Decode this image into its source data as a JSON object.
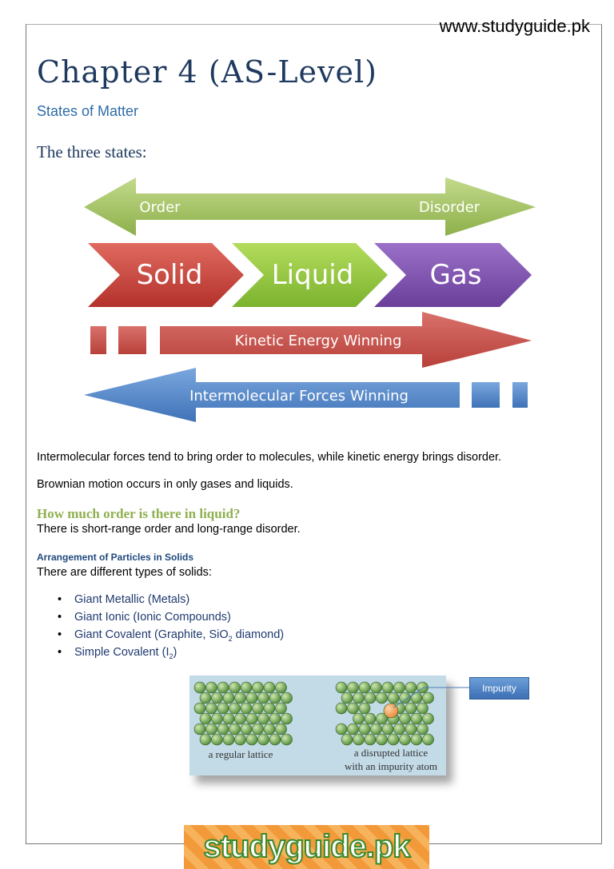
{
  "header": {
    "site": "www.studyguide.pk"
  },
  "title": "Chapter 4 (AS-Level)",
  "subtitle": "States of Matter",
  "section_heading": "The three states:",
  "diagram": {
    "order": "Order",
    "disorder": "Disorder",
    "states": [
      "Solid",
      "Liquid",
      "Gas"
    ],
    "kinetic": "Kinetic Energy Winning",
    "intermolecular": "Intermolecular Forces Winning"
  },
  "paragraphs": [
    "Intermolecular forces tend to bring order to molecules, while kinetic energy brings disorder.",
    "Brownian motion occurs in only gases and liquids."
  ],
  "liquid_heading": "How much order is there in liquid?",
  "liquid_text": "There is short-range order and long-range disorder.",
  "solids_heading": "Arrangement of Particles in Solids",
  "solids_text": "There are different types of solids:",
  "solid_types": [
    "Giant Metallic (Metals)",
    "Giant Ionic (Ionic Compounds)",
    "Giant Covalent (Graphite, SiO2 diamond)",
    "Simple Covalent (I2)"
  ],
  "figure": {
    "left_caption": "a regular lattice",
    "right_caption_1": "a disrupted lattice",
    "right_caption_2": "with an impurity atom",
    "callout": "Impurity"
  },
  "logo": "studyguide.pk"
}
